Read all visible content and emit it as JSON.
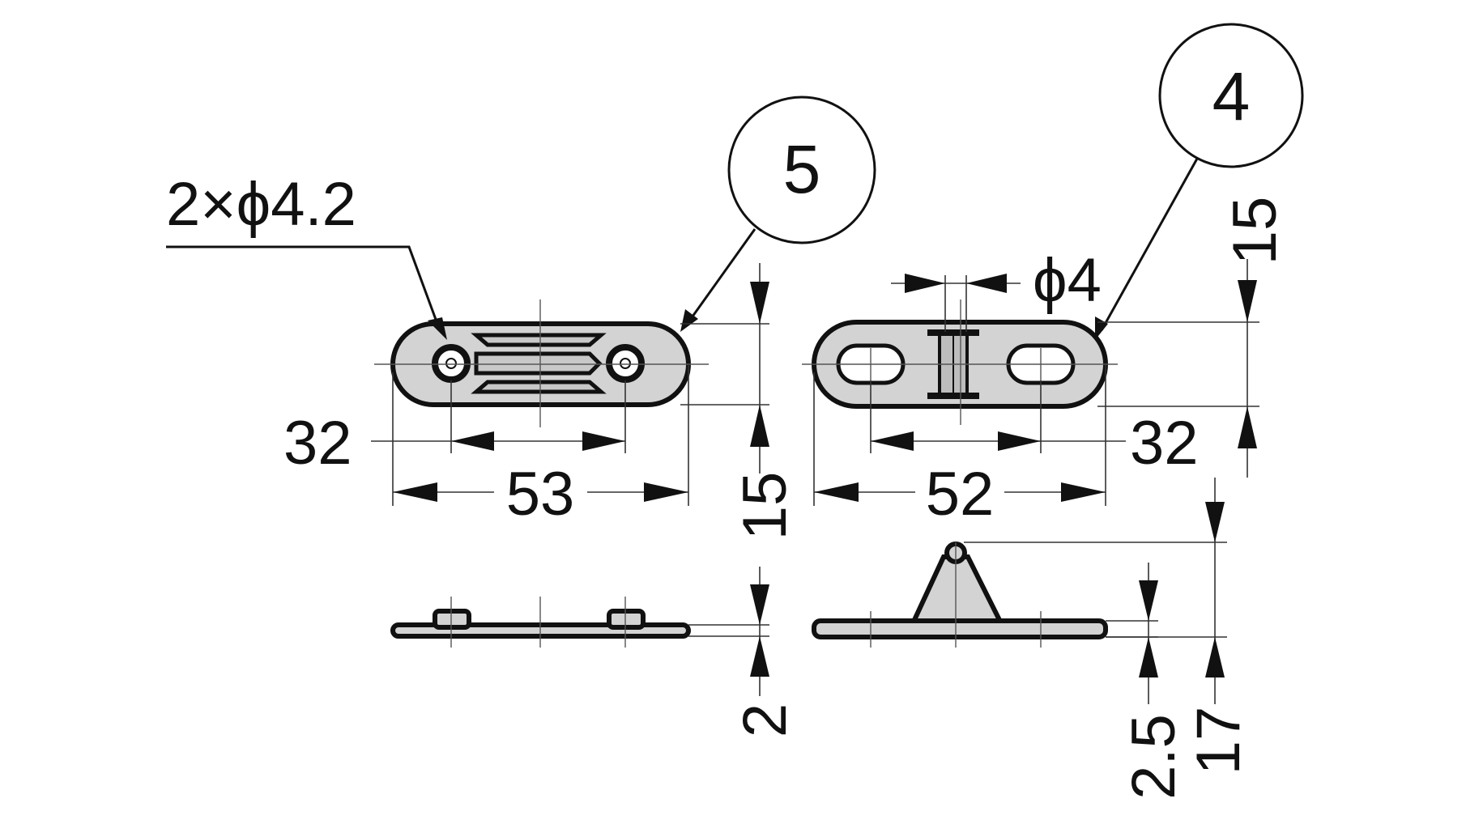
{
  "callouts": {
    "part_5": "5",
    "part_4": "4"
  },
  "part5": {
    "hole_spec": "2×ϕ4.2",
    "hole_pitch": "32",
    "overall_length": "53",
    "width": "15",
    "thickness": "2"
  },
  "part4": {
    "pin_diameter": "ϕ4",
    "width": "15",
    "slot_pitch": "32",
    "overall_length": "52",
    "base_thickness": "2.5",
    "overall_height": "17"
  },
  "colors": {
    "part_fill": "#d3d3d3",
    "line": "#111111",
    "background": "#ffffff"
  }
}
